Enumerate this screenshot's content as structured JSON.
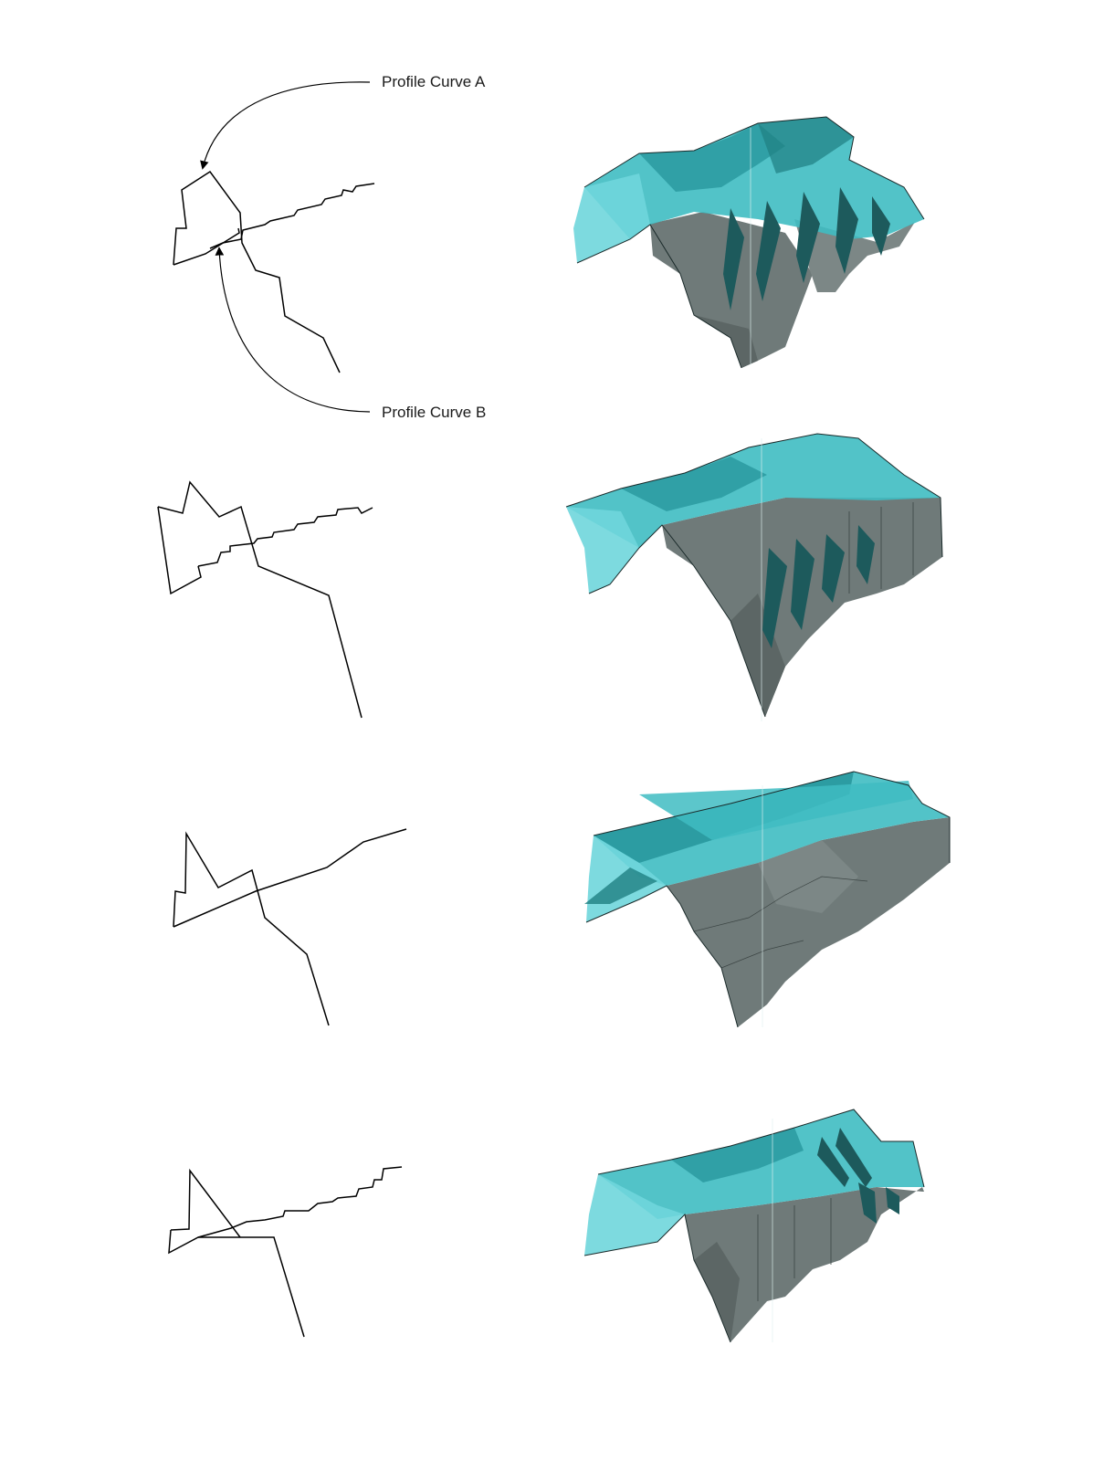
{
  "annotations": {
    "profile_curve_a": "Profile Curve A",
    "profile_curve_b": "Profile Curve B"
  },
  "colors": {
    "teal_light": "#6fd6dc",
    "teal_mid": "#3fbcc2",
    "teal_dark": "#1f7f82",
    "grey_face": "#6f7a79",
    "grey_dark": "#596261",
    "line": "#000000"
  },
  "variants": [
    {
      "curves": [
        "profile-curve-a",
        "profile-curve-b"
      ],
      "form": "folded-surface-1"
    },
    {
      "curves": [
        "profile-curve-a",
        "profile-curve-b"
      ],
      "form": "folded-surface-2"
    },
    {
      "curves": [
        "profile-curve-a",
        "profile-curve-b"
      ],
      "form": "folded-surface-3"
    },
    {
      "curves": [
        "profile-curve-a",
        "profile-curve-b"
      ],
      "form": "folded-surface-4"
    }
  ]
}
